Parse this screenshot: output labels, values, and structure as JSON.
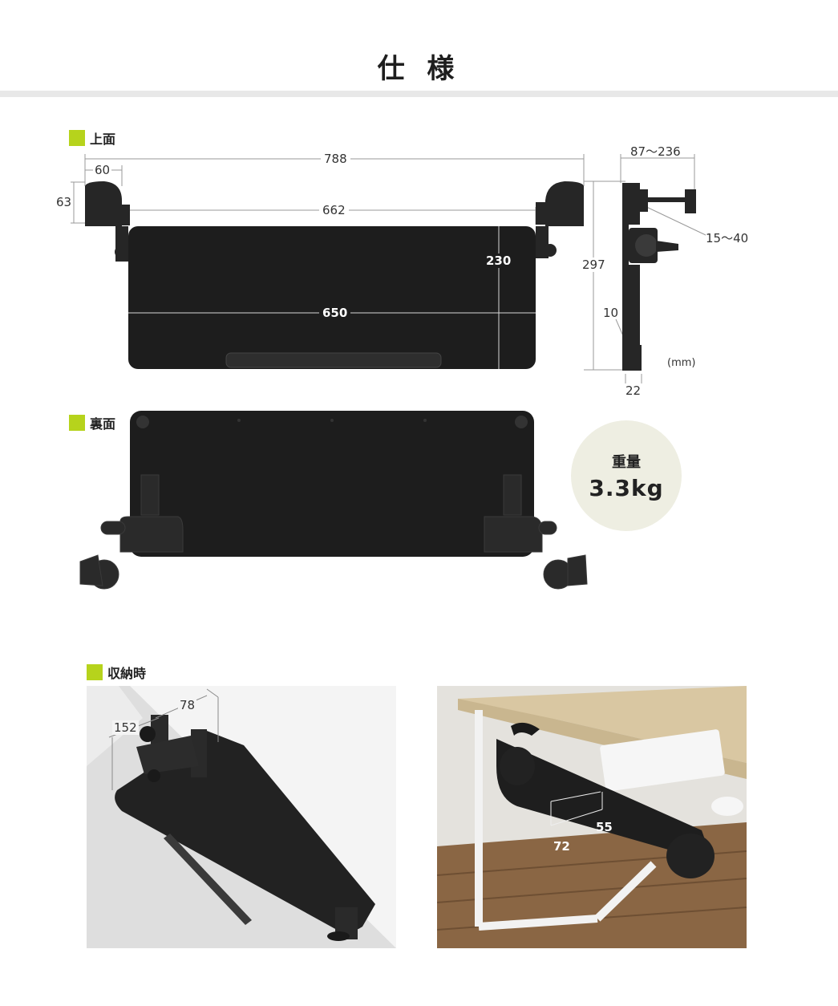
{
  "page": {
    "title": "仕 様"
  },
  "colors": {
    "accent": "#b6d31c",
    "weight_bg": "#eeeee2",
    "board": "#1d1d1d",
    "title_bar": "#e8e8e8"
  },
  "sections": {
    "top": {
      "label": "上面"
    },
    "back": {
      "label": "裏面"
    },
    "stored": {
      "label": "収納時"
    }
  },
  "top_view": {
    "dims": {
      "overall_width": "788",
      "clamp_width": "60",
      "clamp_height": "63",
      "inner_width": "662",
      "board_width": "650",
      "board_depth": "230",
      "total_depth": "297",
      "clamp_range": "87〜236",
      "desk_thickness": "15〜40",
      "lip_height": "10",
      "lip_width": "22",
      "unit": "(mm)"
    }
  },
  "weight": {
    "label": "重量",
    "value": "3.3kg"
  },
  "stored_view": {
    "dims": {
      "depth": "78",
      "height": "152"
    }
  },
  "desk_photo": {
    "dims": {
      "drawer_height": "55",
      "drawer_depth": "72"
    }
  }
}
